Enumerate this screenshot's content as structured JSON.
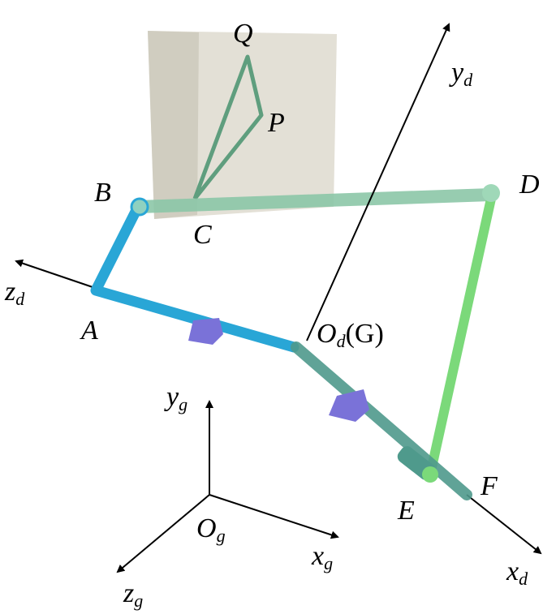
{
  "labels": {
    "Q": "Q",
    "P": "P",
    "B": "B",
    "C": "C",
    "D": "D",
    "A": "A",
    "E": "E",
    "F": "F",
    "yd_main": "y",
    "yd_sub": "d",
    "zd_main": "z",
    "zd_sub": "d",
    "xd_main": "x",
    "xd_sub": "d",
    "od_main": "O",
    "od_sub": "d",
    "od_paren": "(G)",
    "yg_main": "y",
    "yg_sub": "g",
    "xg_main": "x",
    "xg_sub": "g",
    "zg_main": "z",
    "zg_sub": "g",
    "og_main": "O",
    "og_sub": "g"
  },
  "colors": {
    "blue_link": "#29a6d6",
    "teal_link": "#4f9a8c",
    "green_link": "#7bd97a",
    "upper_bar": "#8cc7a8",
    "triangle": "#5f9e7e",
    "bracket": "#7a72d8",
    "panel": "#d9d5c8"
  }
}
